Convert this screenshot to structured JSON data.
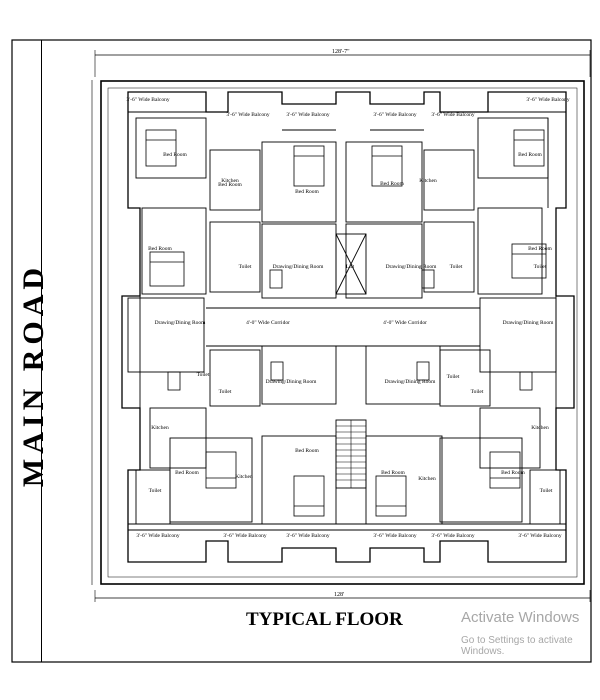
{
  "road_label": "MAIN ROAD",
  "floor_title": "TYPICAL FLOOR",
  "watermark": {
    "title": "Activate Windows",
    "subtitle": "Go to Settings to activate Windows."
  },
  "dimensions": {
    "top": "128'-7\"",
    "bottom": "128'"
  },
  "labels": {
    "balcony": "3'-6\" Wide Balcony",
    "bed_room": "Bed Room",
    "kitchen": "Kitchen",
    "toilet": "Toilet",
    "drawing_dining": "Drawing/Dining Room",
    "lift": "Lift",
    "corridor": "4'-0\" Wide Corridor"
  }
}
